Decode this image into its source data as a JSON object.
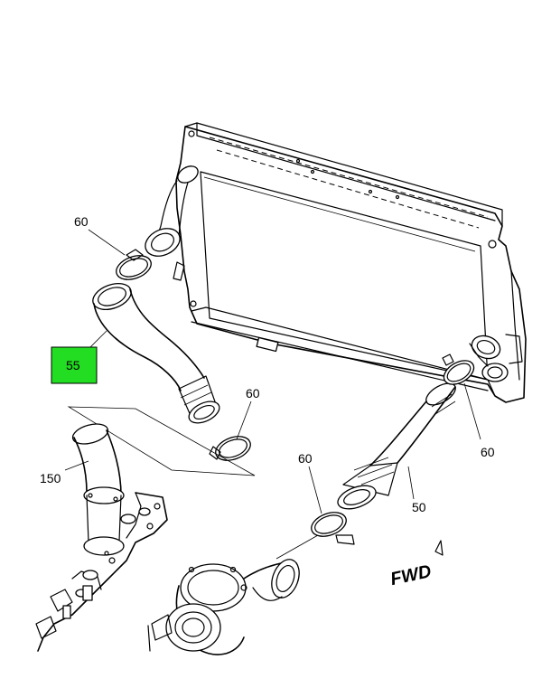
{
  "diagram": {
    "callouts": [
      {
        "id": "callout-60-top-left",
        "text": "60",
        "highlight": false
      },
      {
        "id": "callout-55",
        "text": "55",
        "highlight": true
      },
      {
        "id": "callout-60-mid",
        "text": "60",
        "highlight": false
      },
      {
        "id": "callout-150",
        "text": "150",
        "highlight": false
      },
      {
        "id": "callout-60-right",
        "text": "60",
        "highlight": false
      },
      {
        "id": "callout-60-lower",
        "text": "60",
        "highlight": false
      },
      {
        "id": "callout-50",
        "text": "50",
        "highlight": false
      }
    ],
    "direction_label": "FWD",
    "colors": {
      "highlight": "#22dd22",
      "line": "#000000",
      "background": "#ffffff"
    }
  }
}
